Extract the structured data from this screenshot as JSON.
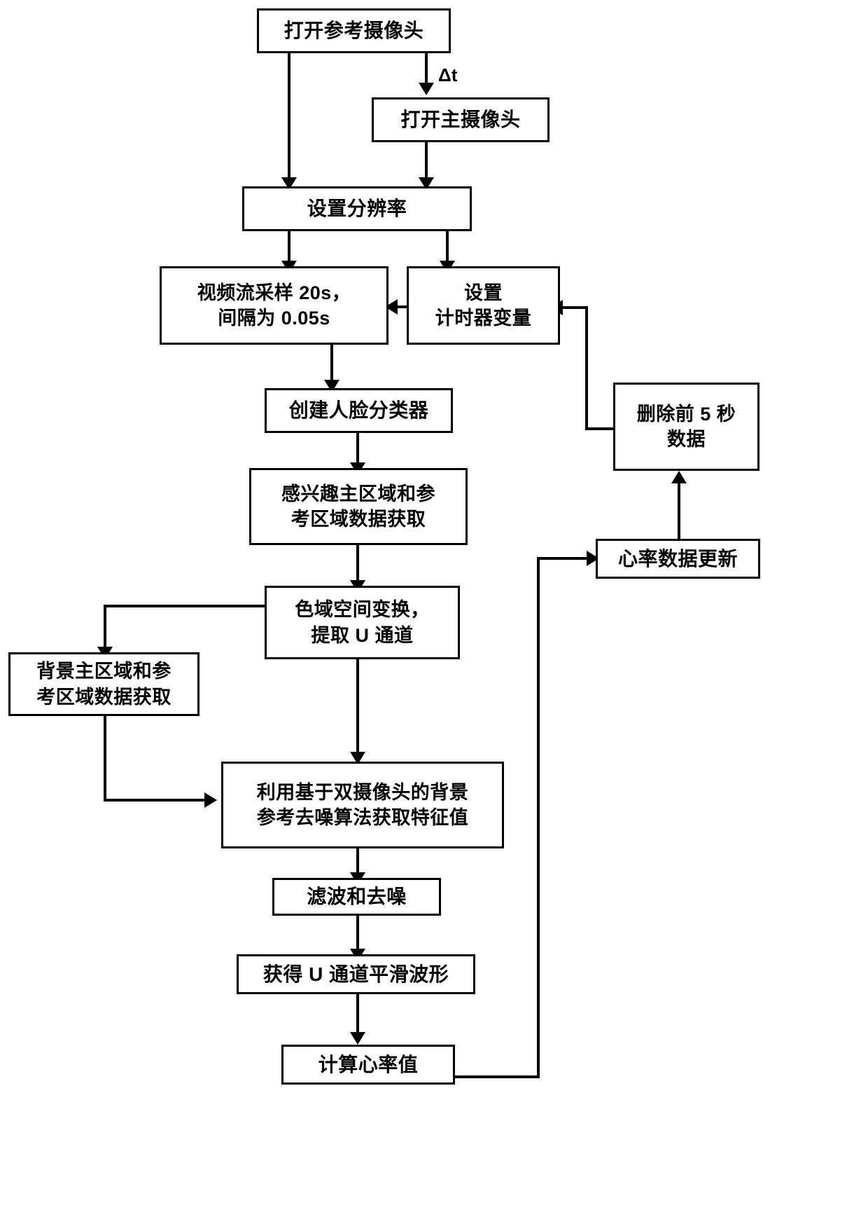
{
  "diagram": {
    "title": "双摄像头心率检测流程图",
    "type": "flowchart",
    "orientation": "top-to-bottom",
    "background_color": "#ffffff",
    "line_color": "#000000",
    "text_color": "#000000",
    "nodes": [
      {
        "id": "n1",
        "label": "打开参考摄像头"
      },
      {
        "id": "n2",
        "label": "打开主摄像头"
      },
      {
        "id": "n3",
        "label": "设置分辨率"
      },
      {
        "id": "n4",
        "label": "视频流采样 20s，\n间隔为 0.05s"
      },
      {
        "id": "n5",
        "label": "设置\n计时器变量"
      },
      {
        "id": "n6",
        "label": "创建人脸分类器"
      },
      {
        "id": "n7",
        "label": "感兴趣主区域和参\n考区域数据获取"
      },
      {
        "id": "n8",
        "label": "色域空间变换，\n提取 U 通道"
      },
      {
        "id": "n9",
        "label": "背景主区域和参\n考区域数据获取"
      },
      {
        "id": "n10",
        "label": "利用基于双摄像头的背景\n参考去噪算法获取特征值"
      },
      {
        "id": "n11",
        "label": "滤波和去噪"
      },
      {
        "id": "n12",
        "label": "获得 U 通道平滑波形"
      },
      {
        "id": "n13",
        "label": "计算心率值"
      },
      {
        "id": "n14",
        "label": "心率数据更新"
      },
      {
        "id": "n15",
        "label": "删除前 5 秒\n数据"
      }
    ],
    "edge_labels": [
      {
        "id": "e-delta-t",
        "text": "Δt"
      }
    ],
    "edges": [
      {
        "from": "n1",
        "to": "n2",
        "label": "Δt"
      },
      {
        "from": "n1",
        "to": "n3",
        "label": ""
      },
      {
        "from": "n2",
        "to": "n3",
        "label": ""
      },
      {
        "from": "n3",
        "to": "n4",
        "label": ""
      },
      {
        "from": "n3",
        "to": "n5",
        "label": ""
      },
      {
        "from": "n5",
        "to": "n4",
        "label": ""
      },
      {
        "from": "n4",
        "to": "n6",
        "label": ""
      },
      {
        "from": "n6",
        "to": "n7",
        "label": ""
      },
      {
        "from": "n7",
        "to": "n8",
        "label": ""
      },
      {
        "from": "n8",
        "to": "n9",
        "label": ""
      },
      {
        "from": "n8",
        "to": "n10",
        "label": ""
      },
      {
        "from": "n9",
        "to": "n10",
        "label": ""
      },
      {
        "from": "n10",
        "to": "n11",
        "label": ""
      },
      {
        "from": "n11",
        "to": "n12",
        "label": ""
      },
      {
        "from": "n12",
        "to": "n13",
        "label": ""
      },
      {
        "from": "n13",
        "to": "n14",
        "label": ""
      },
      {
        "from": "n14",
        "to": "n15",
        "label": ""
      },
      {
        "from": "n15",
        "to": "n5",
        "label": ""
      }
    ]
  }
}
